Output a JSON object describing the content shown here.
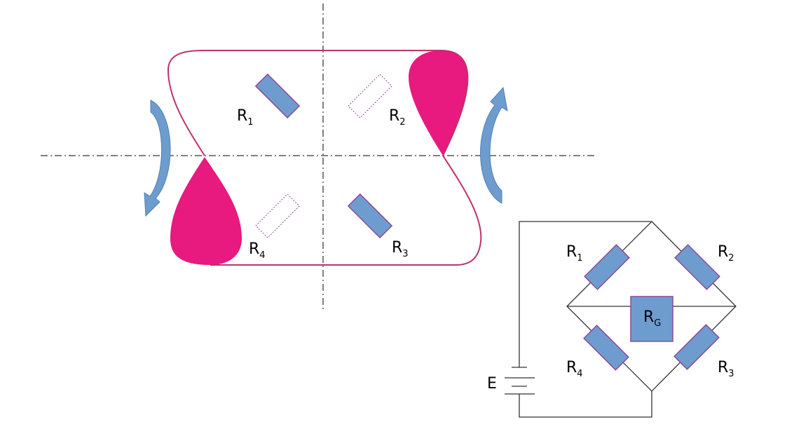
{
  "strain_element": {
    "gauges": [
      {
        "name": "R",
        "sub": "1"
      },
      {
        "name": "R",
        "sub": "2"
      },
      {
        "name": "R",
        "sub": "3"
      },
      {
        "name": "R",
        "sub": "4"
      }
    ]
  },
  "bridge_circuit": {
    "resistors": [
      {
        "name": "R",
        "sub": "1"
      },
      {
        "name": "R",
        "sub": "2"
      },
      {
        "name": "R",
        "sub": "3"
      },
      {
        "name": "R",
        "sub": "4"
      }
    ],
    "galvanometer": {
      "name": "R",
      "sub": "G"
    },
    "source": "E"
  },
  "colors": {
    "magenta": "#e8197f",
    "outline": "#c0306f",
    "blue": "#6f9ccf",
    "resistor_border": "#8a4a9a"
  }
}
